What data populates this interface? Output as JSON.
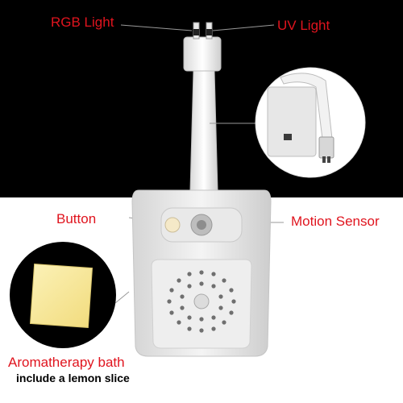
{
  "labels": {
    "rgb_light": "RGB Light",
    "uv_light": "UV Light",
    "button": "Button",
    "motion_sensor": "Motion Sensor",
    "aromatherapy": "Aromatherapy bath",
    "lemon_slice": "include a lemon slice"
  },
  "colors": {
    "label_red": "#e0141e",
    "background_top": "#000000",
    "background_bottom": "#ffffff",
    "lemon_pad": "#f7e79a"
  }
}
